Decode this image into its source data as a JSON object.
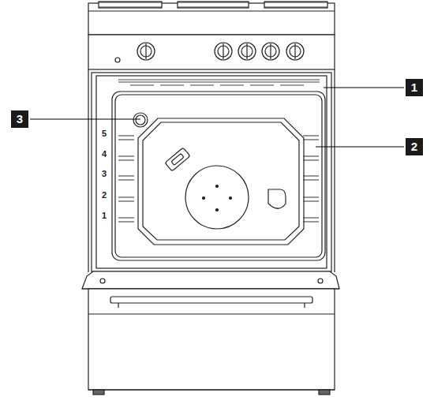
{
  "diagram": {
    "labels": [
      "1",
      "3",
      "2",
      "5",
      "4",
      "3",
      "2",
      "1"
    ]
  }
}
